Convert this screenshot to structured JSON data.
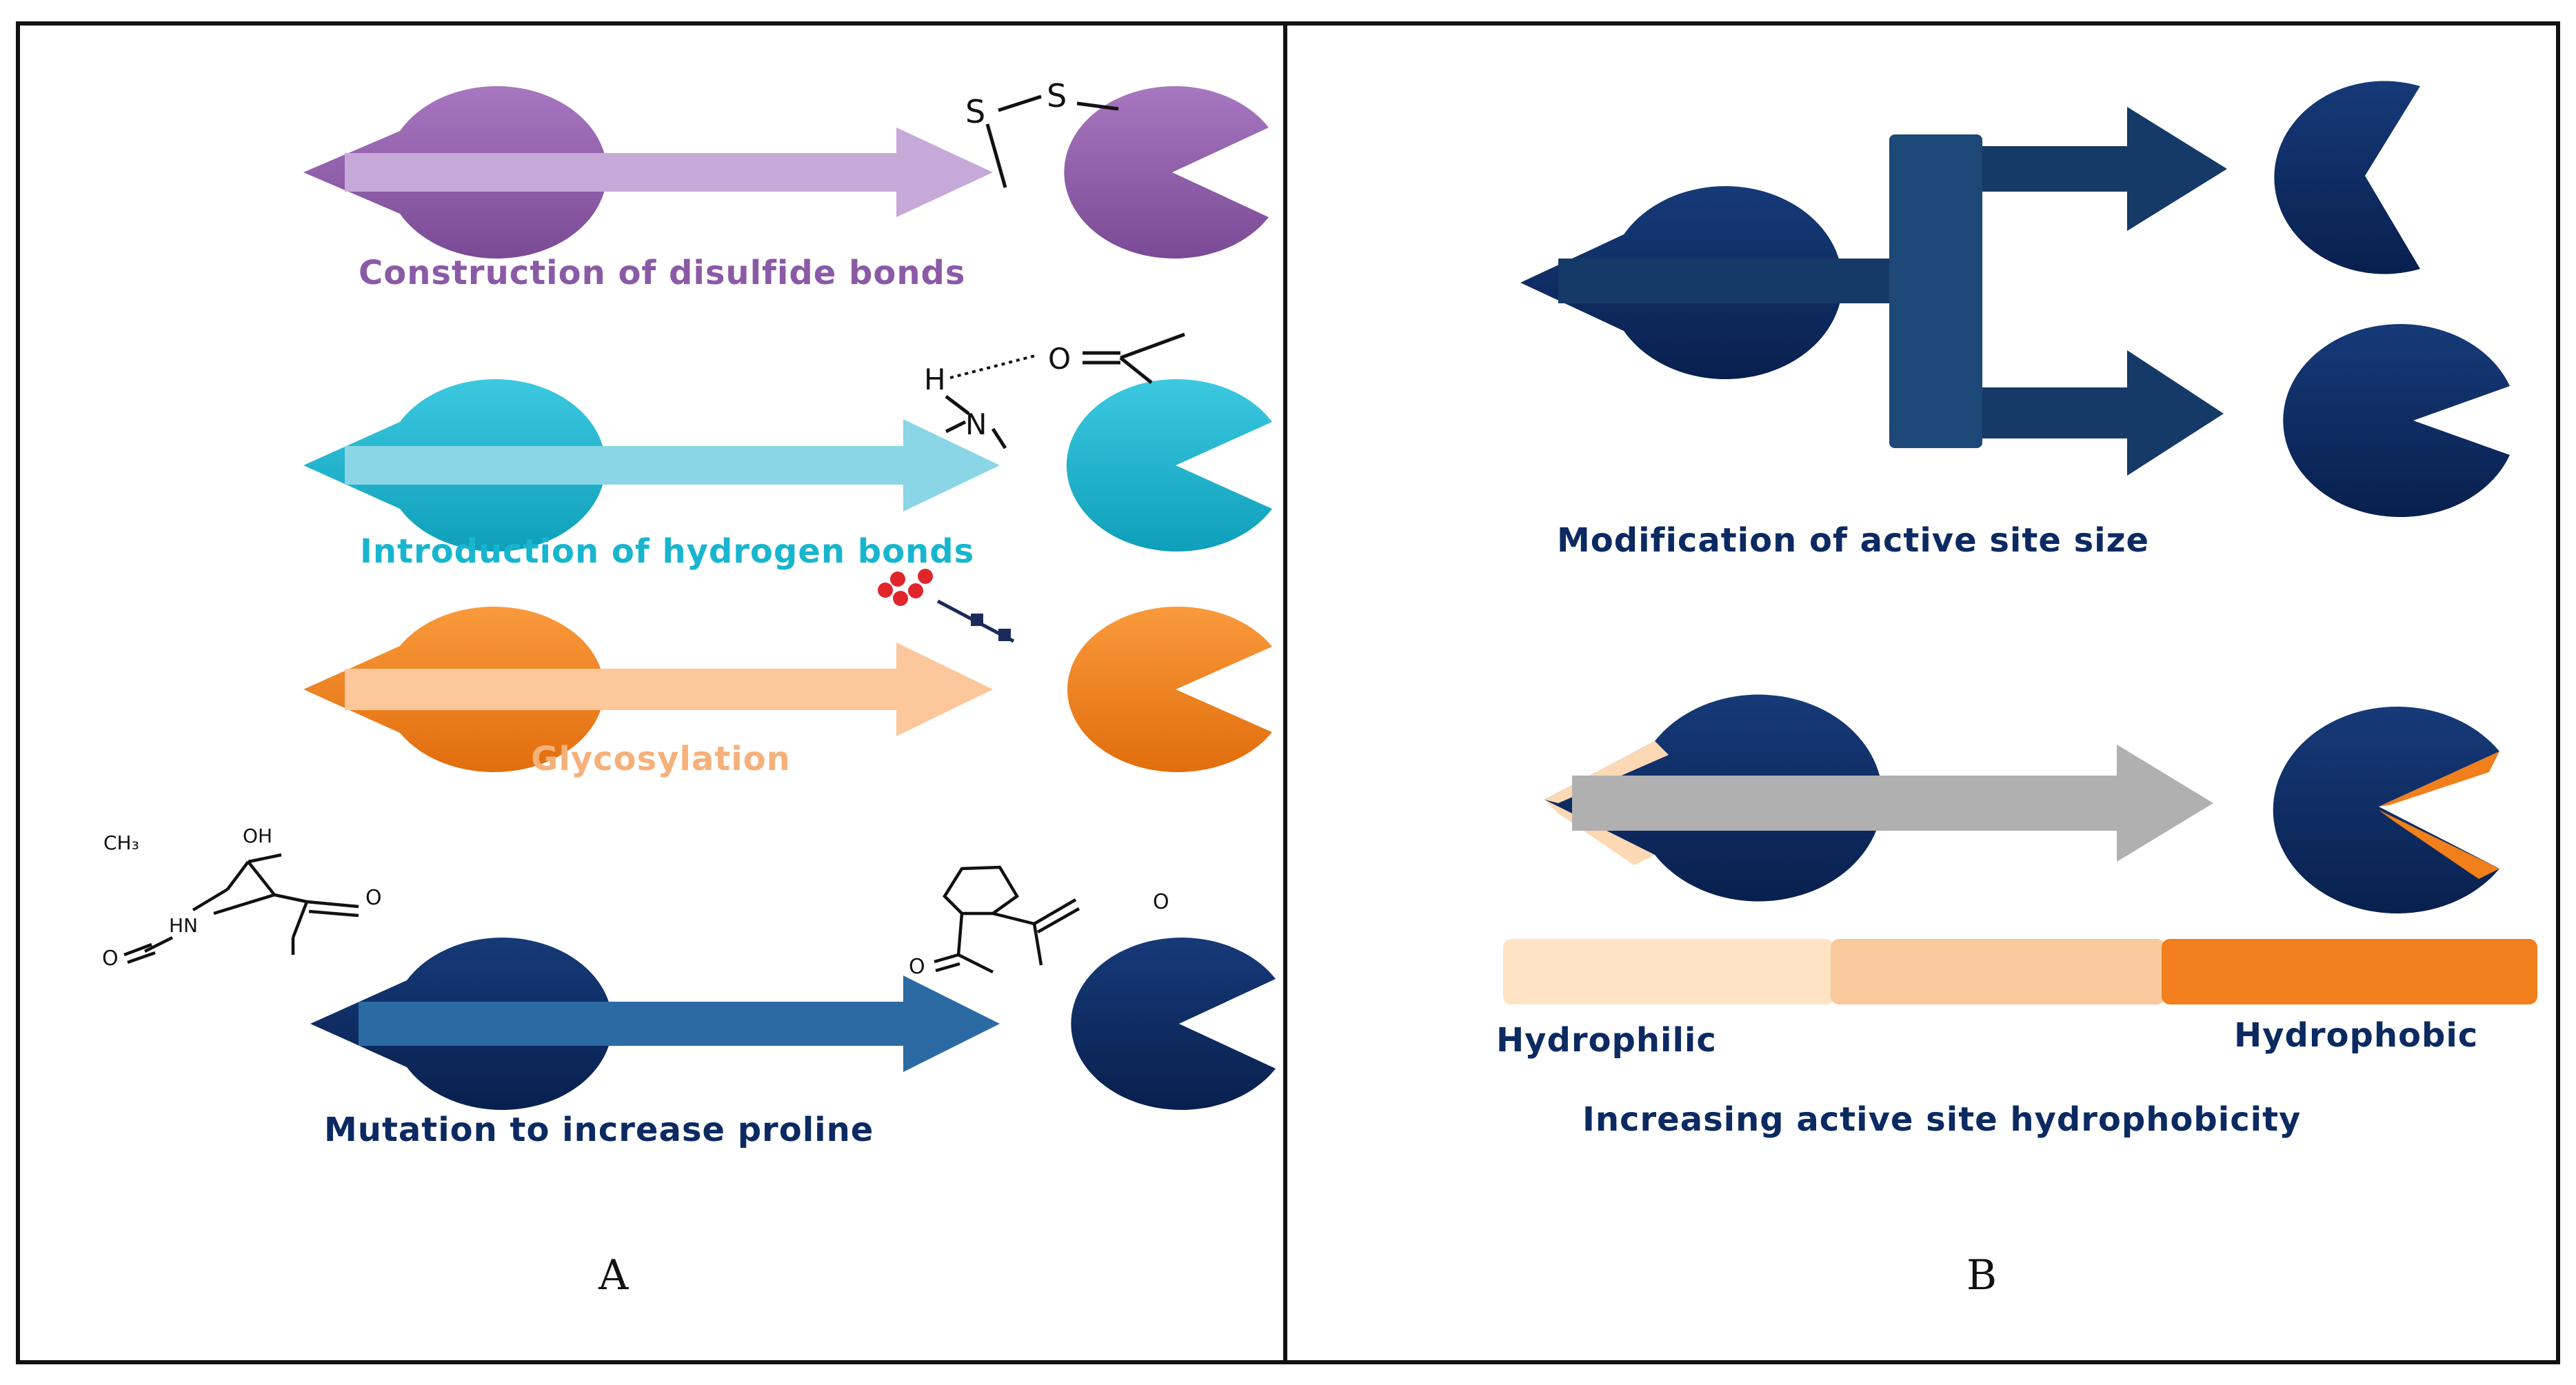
{
  "panels": {
    "a": {
      "label": "A",
      "rows": [
        {
          "caption": "Construction of disulfide bonds",
          "color": "#8b5aa6",
          "arrow_color": "#c7a9d9"
        },
        {
          "caption": "Introduction of hydrogen bonds",
          "color": "#18b5cf",
          "arrow_color": "#8ad6e6"
        },
        {
          "caption": "Glycosylation",
          "color": "#f07f1c",
          "arrow_color": "#fbc79b"
        },
        {
          "caption": "Mutation to increase proline",
          "color": "#0c2a62",
          "arrow_color": "#2c6aa3"
        }
      ],
      "chem": {
        "disulfide_s1": "S",
        "disulfide_s2": "S",
        "hbond_h": "H",
        "hbond_n": "N",
        "hbond_o": "O",
        "proline_ch3": "CH₃",
        "proline_oh": "OH",
        "proline_o1": "O",
        "proline_hn": "HN",
        "proline_o2": "O",
        "proline_o3": "O",
        "proline_o4": "O"
      }
    },
    "b": {
      "label": "B",
      "caption_size": "Modification of active site size",
      "caption_hydro": "Increasing active site hydrophobicity",
      "scale_left": "Hydrophilic",
      "scale_right": "Hydrophobic",
      "colors": {
        "enzyme": "#0c2a62",
        "branch": "#1a4472",
        "gray_arrow": "#b0b0b0",
        "scale_1": "#fde3c4",
        "scale_2": "#f9c89c",
        "scale_3": "#f07f1c"
      }
    }
  }
}
